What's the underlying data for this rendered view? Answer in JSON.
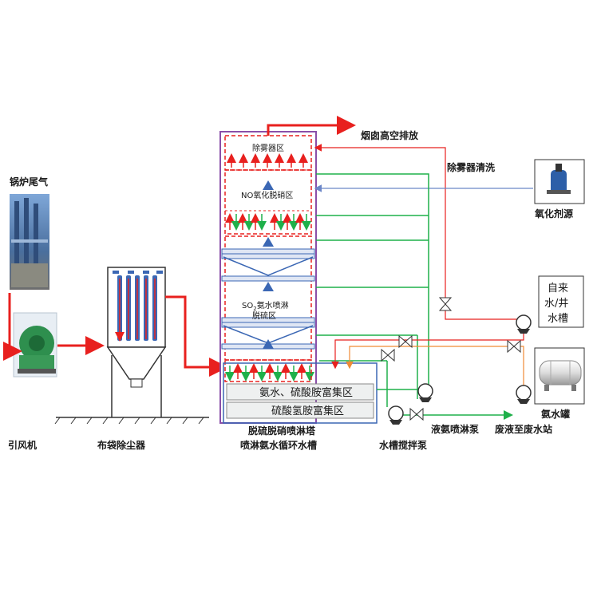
{
  "labels": {
    "boiler_exhaust": "锅炉尾气",
    "induced_fan": "引风机",
    "bag_filter": "布袋除尘器",
    "chimney": "烟囱高空排放",
    "demister_zone": "除雾器区",
    "demister_wash": "除雾器清洗",
    "no_oxidation_zone": "NO氧化脱硝区",
    "so2_zone_line1_prefix": "SO",
    "so2_zone_line1_sub": "2",
    "so2_zone_line1_rest": "氨水喷淋",
    "so2_zone_line2": "脱硫区",
    "oxidant_source": "氧化剂源",
    "tap_water_1": "自来",
    "tap_water_2": "水/井",
    "tap_water_3": "水槽",
    "ammonia_sulfate_zone": "氨水、硫酸胺富集区",
    "bisulfate_zone": "硫酸氢胺富集区",
    "tower_name": "脱硫脱硝喷淋塔",
    "circ_tank": "喷淋氨水循环水槽",
    "stir_pump": "水槽搅拌泵",
    "spray_pump": "液氨喷淋泵",
    "waste_station": "废液至废水站",
    "ammonia_tank": "氨水罐"
  },
  "colors": {
    "flue_gas": "#e8201e",
    "ammonia_line": "#1fb04a",
    "water_line": "#6b86c8",
    "orange_line": "#f08a35",
    "tower_border": "#8a4fa8",
    "tower_fill": "#dfe6f4",
    "zone_fill": "#eef0f0"
  }
}
